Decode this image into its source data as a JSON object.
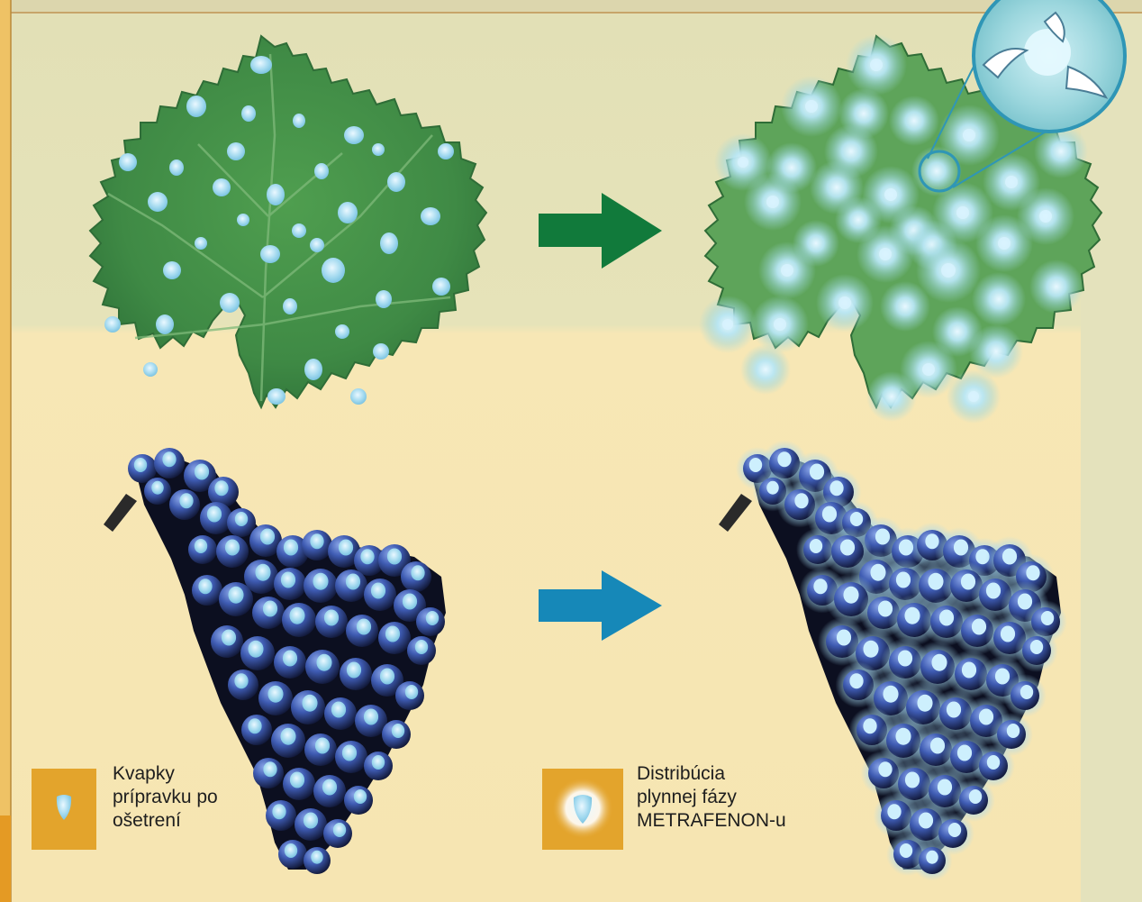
{
  "legend": {
    "droplets": {
      "icon": "droplet-icon",
      "lines": [
        "Kvapky",
        "prípravku po",
        "ošetrení"
      ]
    },
    "vapor": {
      "icon": "vapor-droplet-icon",
      "lines": [
        "Distribúcia",
        "plynnej fázy",
        "METRAFENON-u"
      ]
    }
  },
  "colors": {
    "background_upper": "#e3e2b8",
    "background_lower": "#f6e6b4",
    "left_strip": "#f0c060",
    "leaf_green": "#4e9a4c",
    "grape_blue": "#3b56a8",
    "droplet_blue": "#a9dcf0",
    "arrow_green": "#0f7a3c",
    "arrow_blue": "#1688b8",
    "legend_box": "#e3a42c"
  },
  "panels": [
    {
      "name": "leaf-before",
      "depicts": "vine leaf with droplets"
    },
    {
      "name": "leaf-after",
      "depicts": "vine leaf with diffused vapor halos"
    },
    {
      "name": "grapes-before",
      "depicts": "grape cluster with droplets"
    },
    {
      "name": "grapes-after",
      "depicts": "grape cluster with diffused vapor halos"
    }
  ]
}
